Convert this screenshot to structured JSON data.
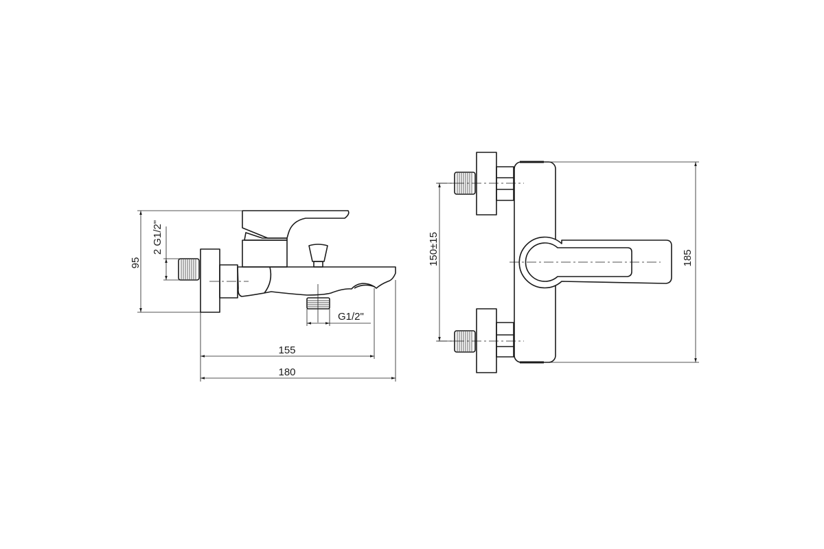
{
  "side_view": {
    "height_dim": "95",
    "inlet_thread_dim": "2 G1/2\"",
    "outlet_thread_dim": "G1/2\"",
    "spout_dim": "155",
    "total_length_dim": "180"
  },
  "front_view": {
    "inlet_spacing_dim": "150±15",
    "width_dim": "185"
  }
}
